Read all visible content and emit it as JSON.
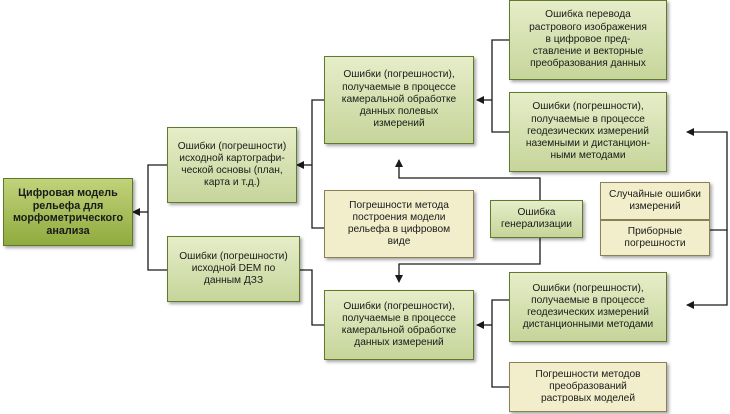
{
  "nodes": {
    "main": "Цифровая модель\nрельефа для\nморфометрического\nанализа",
    "base_map": "Ошибки (погрешности)\nисходной картографи-\nческой основы (план,\nкарта и т.д.)",
    "dem_dzz": "Ошибки (погрешности)\nисходной DEM по\nданным ДЗЗ",
    "office_field": "Ошибки (погрешности),\nполучаемые в процессе\nкамеральной обработке\nданных полевых\nизмерений",
    "method": "Погрешности метода\nпостроения модели\nрельефа в цифровом\nвиде",
    "office_meas": "Ошибки (погрешности),\nполучаемые в процессе\nкамеральной обработке\nданных измерений",
    "raster_conv": "Ошибка перевода\nрастрового изображения\nв цифровое пред-\nставление и векторные\nпреобразования данных",
    "geodetic_remote": "Ошибки (погрешности),\nполучаемые в процессе\nгеодезических измерений\nназемными и дистанцион-\nными методами",
    "generalization": "Ошибка\nгенерализации",
    "random_errors": "Случайные ошибки\nизмерений",
    "instrument": "Приборные\nпогрешности",
    "geodetic_dist": "Ошибки (погрешности),\nполучаемые в процессе\nгеодезических измерений\nдистанционными методами",
    "raster_methods": "Погрешности методов\nпреобразований\nрастровых моделей"
  },
  "colors": {
    "box_fill": "#c6d59a",
    "box_border": "#5f7a2a",
    "cream_fill": "#f2eecb",
    "main_fill": "#8fab3e",
    "connector": "#1a1a1a"
  }
}
